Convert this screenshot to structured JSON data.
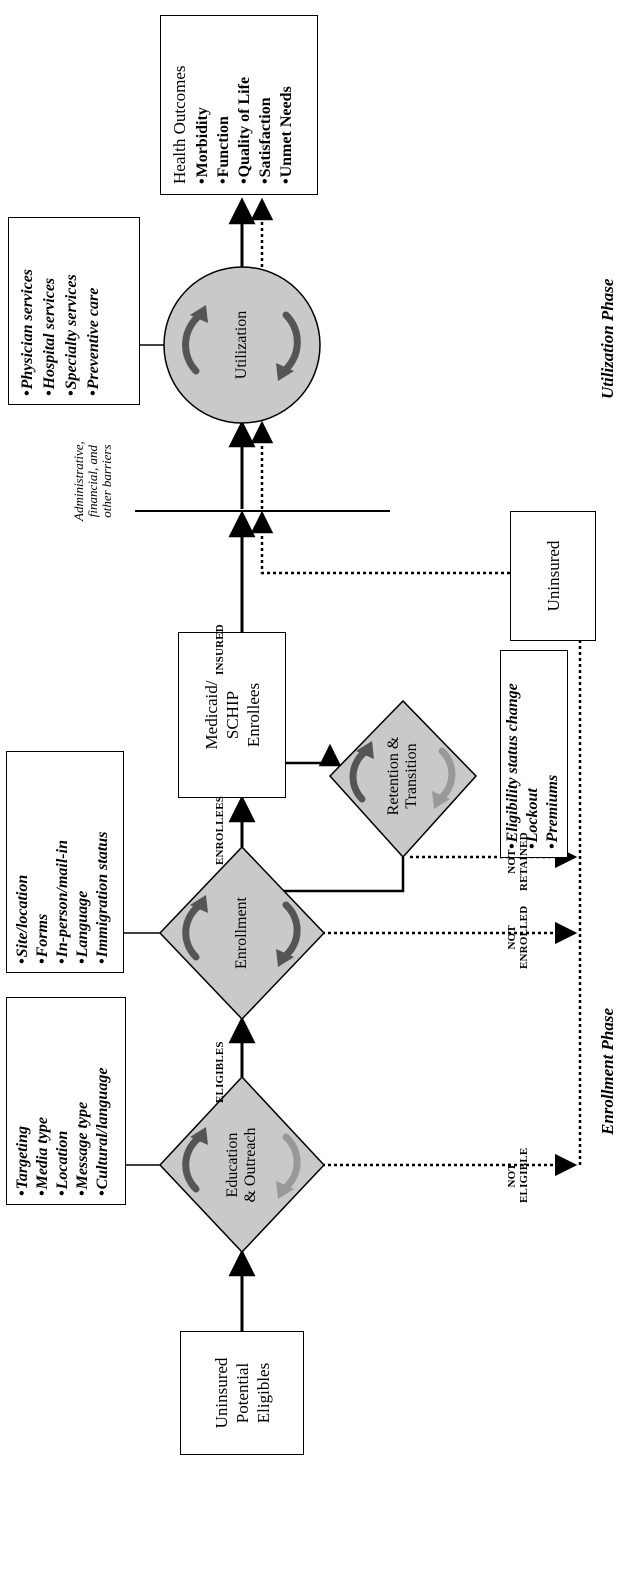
{
  "nodes": {
    "potential_eligibles": "Uninsured\nPotential\nEligibles",
    "education_outreach": "Education\n& Outreach",
    "enrollment": "Enrollment",
    "enrollees": "Medicaid/\nSCHIP\nEnrollees",
    "retention": "Retention &\nTransition",
    "uninsured": "Uninsured",
    "utilization": "Utilization",
    "health_outcomes_title": "Health Outcomes"
  },
  "factor_lists": {
    "outreach": [
      "Targeting",
      "Media type",
      "Location",
      "Message type",
      "Cultural/language"
    ],
    "enrollment": [
      "Site/location",
      "Forms",
      "In-person/mail-in",
      "Language",
      "Immigration status"
    ],
    "retention": [
      "Eligibility status change",
      "Lockout",
      "Premiums"
    ],
    "utilization": [
      "Physician services",
      "Hospital services",
      "Specialty services",
      "Preventive care"
    ],
    "health_outcomes": [
      "Morbidity",
      "Function",
      "Quality of Life",
      "Satisfaction",
      "Unmet Needs"
    ]
  },
  "flow_labels": {
    "eligibles": "ELIGIBLES",
    "enrollees": "ENROLLEES",
    "insured": "INSURED",
    "not_eligible": "NOT\nELIGIBLE",
    "not_enrolled": "NOT\nENROLLED",
    "not_retained": "NOT\nRETAINED"
  },
  "barriers": "Administrative,\nfinancial, and\nother barriers",
  "phases": {
    "enrollment": "Enrollment Phase",
    "utilization": "Utilization Phase"
  }
}
